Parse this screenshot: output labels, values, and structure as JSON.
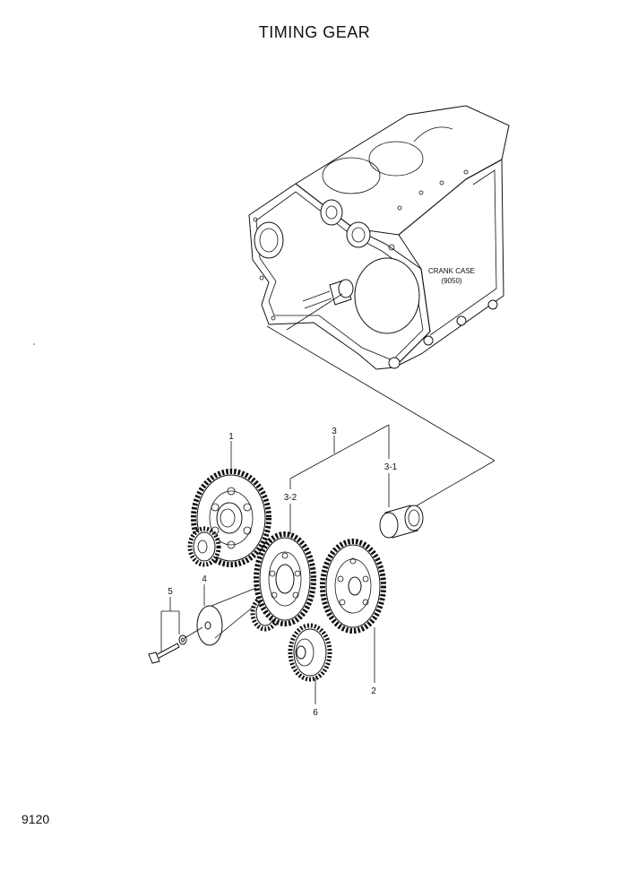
{
  "page": {
    "title": "TIMING GEAR",
    "page_number": "9120"
  },
  "crank_case": {
    "name": "CRANK CASE",
    "ref": "(9050)"
  },
  "callouts": {
    "c1": "1",
    "c2": "2",
    "c3": "3",
    "c3_1": "3-1",
    "c3_2": "3-2",
    "c4": "4",
    "c5": "5",
    "c6": "6"
  }
}
